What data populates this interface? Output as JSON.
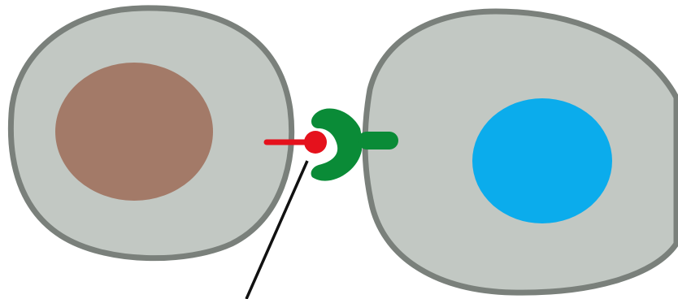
{
  "colors": {
    "background": "#ffffff",
    "cell_fill": "#c2c8c3",
    "cell_outline": "#7a807b",
    "left_nucleus": "#a37a68",
    "right_nucleus": "#0bacec",
    "ligand": "#e5111c",
    "receptor": "#0a8b37",
    "pointer_line": "#111111"
  },
  "cells": [
    {
      "id": "left-cell",
      "nucleus_color_key": "left_nucleus"
    },
    {
      "id": "right-cell",
      "nucleus_color_key": "right_nucleus"
    }
  ],
  "icons": {
    "ligand": "ligand-knob-on-stalk",
    "receptor": "cup-shaped-receptor",
    "pointer": "label-leader-line"
  }
}
